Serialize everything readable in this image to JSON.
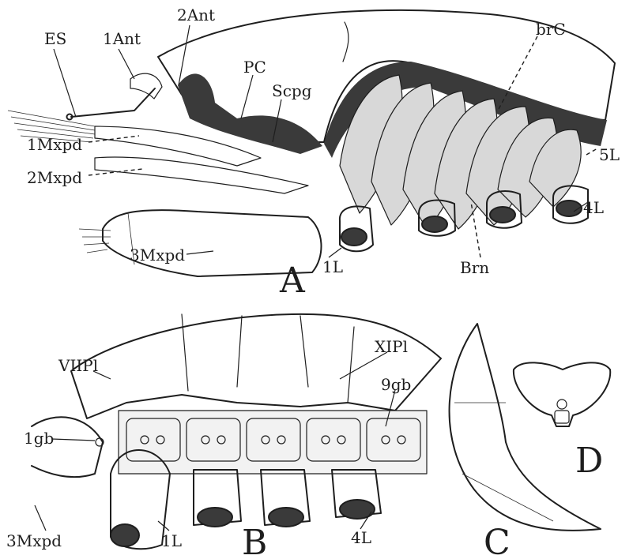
{
  "figure": {
    "panel_letters": {
      "a": "A",
      "b": "B",
      "c": "C",
      "d": "D"
    },
    "panel_a_labels": {
      "es": "ES",
      "ant1": "1Ant",
      "ant2": "2Ant",
      "pc": "PC",
      "scpg": "Scpg",
      "brc": "brC",
      "mxpd1": "1Mxpd",
      "mxpd2": "2Mxpd",
      "mxpd3": "3Mxpd",
      "l5": "5L",
      "l4": "4L",
      "l1": "1L",
      "brn": "Brn"
    },
    "panel_b_labels": {
      "viipl": "VIIPl",
      "xipl": "XIPl",
      "gb9": "9gb",
      "gb1": "1gb",
      "mxpd3": "3Mxpd",
      "l1": "1L",
      "l4": "4L"
    }
  }
}
